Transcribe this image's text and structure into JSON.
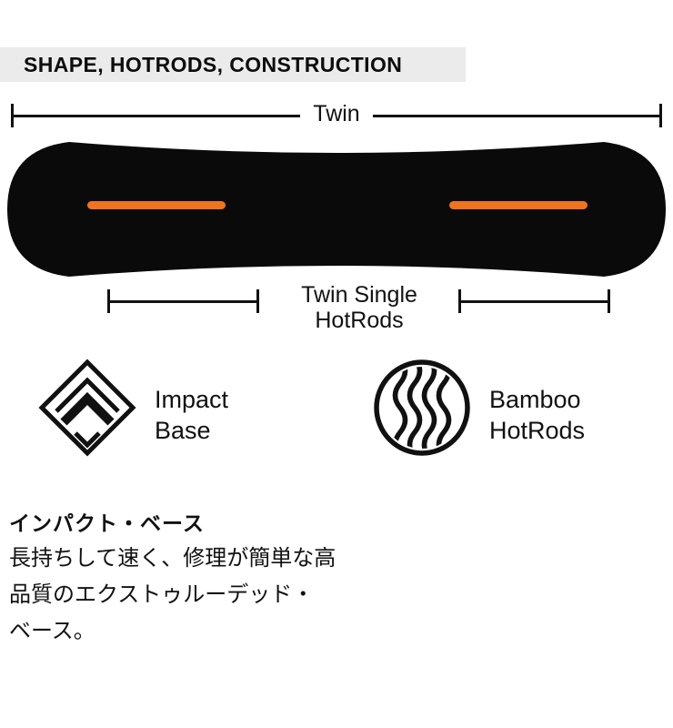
{
  "header": {
    "title": "SHAPE, HOTRODS, CONSTRUCTION"
  },
  "diagram": {
    "shape_label": "Twin",
    "hotrods_label_line1": "Twin Single",
    "hotrods_label_line2": "HotRods",
    "hotrod_color": "#f0731d",
    "board_color": "#0a0a0a"
  },
  "features": [
    {
      "icon": "impact-base-icon",
      "label_line1": "Impact",
      "label_line2": "Base"
    },
    {
      "icon": "bamboo-hotrods-icon",
      "label_line1": "Bamboo",
      "label_line2": "HotRods"
    }
  ],
  "description": {
    "heading": "インパクト・ベース",
    "lines": [
      "長持ちして速く、修理が簡単な高",
      "品質のエクストゥルーデッド・",
      "ベース。"
    ]
  }
}
